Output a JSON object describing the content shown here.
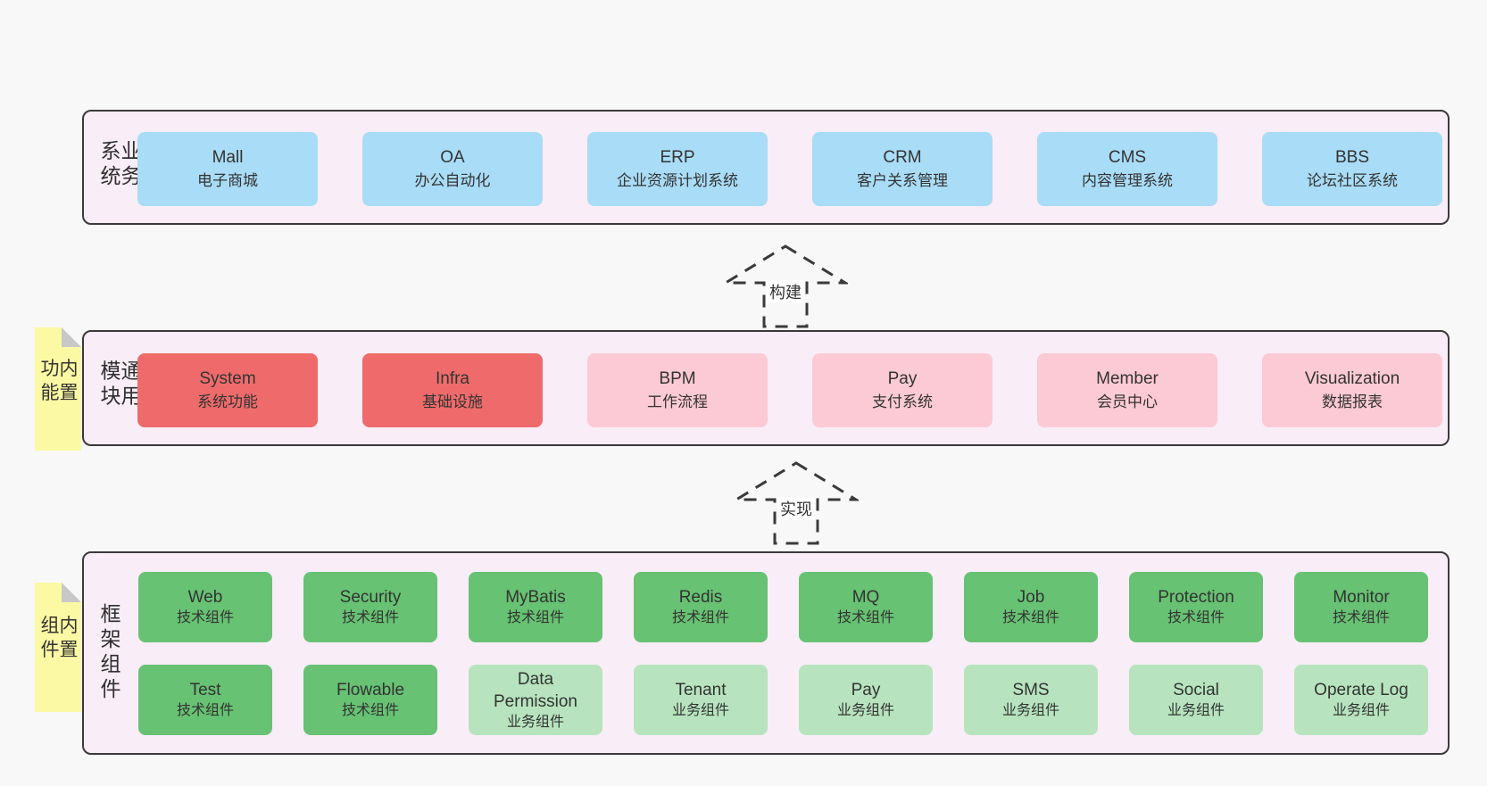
{
  "colors": {
    "page_background": "#f8f8f8",
    "layer_background": "#f9edf7",
    "layer_border": "#3a3a3a",
    "blue_box": "#a9dcf6",
    "red_box": "#ef6b6b",
    "pink_box": "#fccad4",
    "green_box": "#67c273",
    "light_green_box": "#b7e4bf",
    "note_yellow": "#fbf9a3",
    "note_fold_gray": "#c8c8c8",
    "text": "#333333"
  },
  "arrows": {
    "build": "构建",
    "implement": "实现"
  },
  "business_layer": {
    "label": "业务系统",
    "boxes": [
      {
        "name": "Mall",
        "desc": "电子商城"
      },
      {
        "name": "OA",
        "desc": "办公自动化"
      },
      {
        "name": "ERP",
        "desc": "企业资源计划系统"
      },
      {
        "name": "CRM",
        "desc": "客户关系管理"
      },
      {
        "name": "CMS",
        "desc": "内容管理系统"
      },
      {
        "name": "BBS",
        "desc": "论坛社区系统"
      }
    ]
  },
  "modules_layer": {
    "label": "通用模块",
    "note": "内置功能",
    "boxes": [
      {
        "name": "System",
        "desc": "系统功能"
      },
      {
        "name": "Infra",
        "desc": "基础设施"
      },
      {
        "name": "BPM",
        "desc": "工作流程"
      },
      {
        "name": "Pay",
        "desc": "支付系统"
      },
      {
        "name": "Member",
        "desc": "会员中心"
      },
      {
        "name": "Visualization",
        "desc": "数据报表"
      }
    ]
  },
  "components_layer": {
    "label": "框架组件",
    "note": "内置组件",
    "row1": [
      {
        "name": "Web",
        "desc": "技术组件"
      },
      {
        "name": "Security",
        "desc": "技术组件"
      },
      {
        "name": "MyBatis",
        "desc": "技术组件"
      },
      {
        "name": "Redis",
        "desc": "技术组件"
      },
      {
        "name": "MQ",
        "desc": "技术组件"
      },
      {
        "name": "Job",
        "desc": "技术组件"
      },
      {
        "name": "Protection",
        "desc": "技术组件"
      },
      {
        "name": "Monitor",
        "desc": "技术组件"
      }
    ],
    "row2": [
      {
        "name": "Test",
        "desc": "技术组件"
      },
      {
        "name": "Flowable",
        "desc": "技术组件"
      },
      {
        "name": "Data Permission",
        "desc": "业务组件"
      },
      {
        "name": "Tenant",
        "desc": "业务组件"
      },
      {
        "name": "Pay",
        "desc": "业务组件"
      },
      {
        "name": "SMS",
        "desc": "业务组件"
      },
      {
        "name": "Social",
        "desc": "业务组件"
      },
      {
        "name": "Operate Log",
        "desc": "业务组件"
      }
    ]
  }
}
